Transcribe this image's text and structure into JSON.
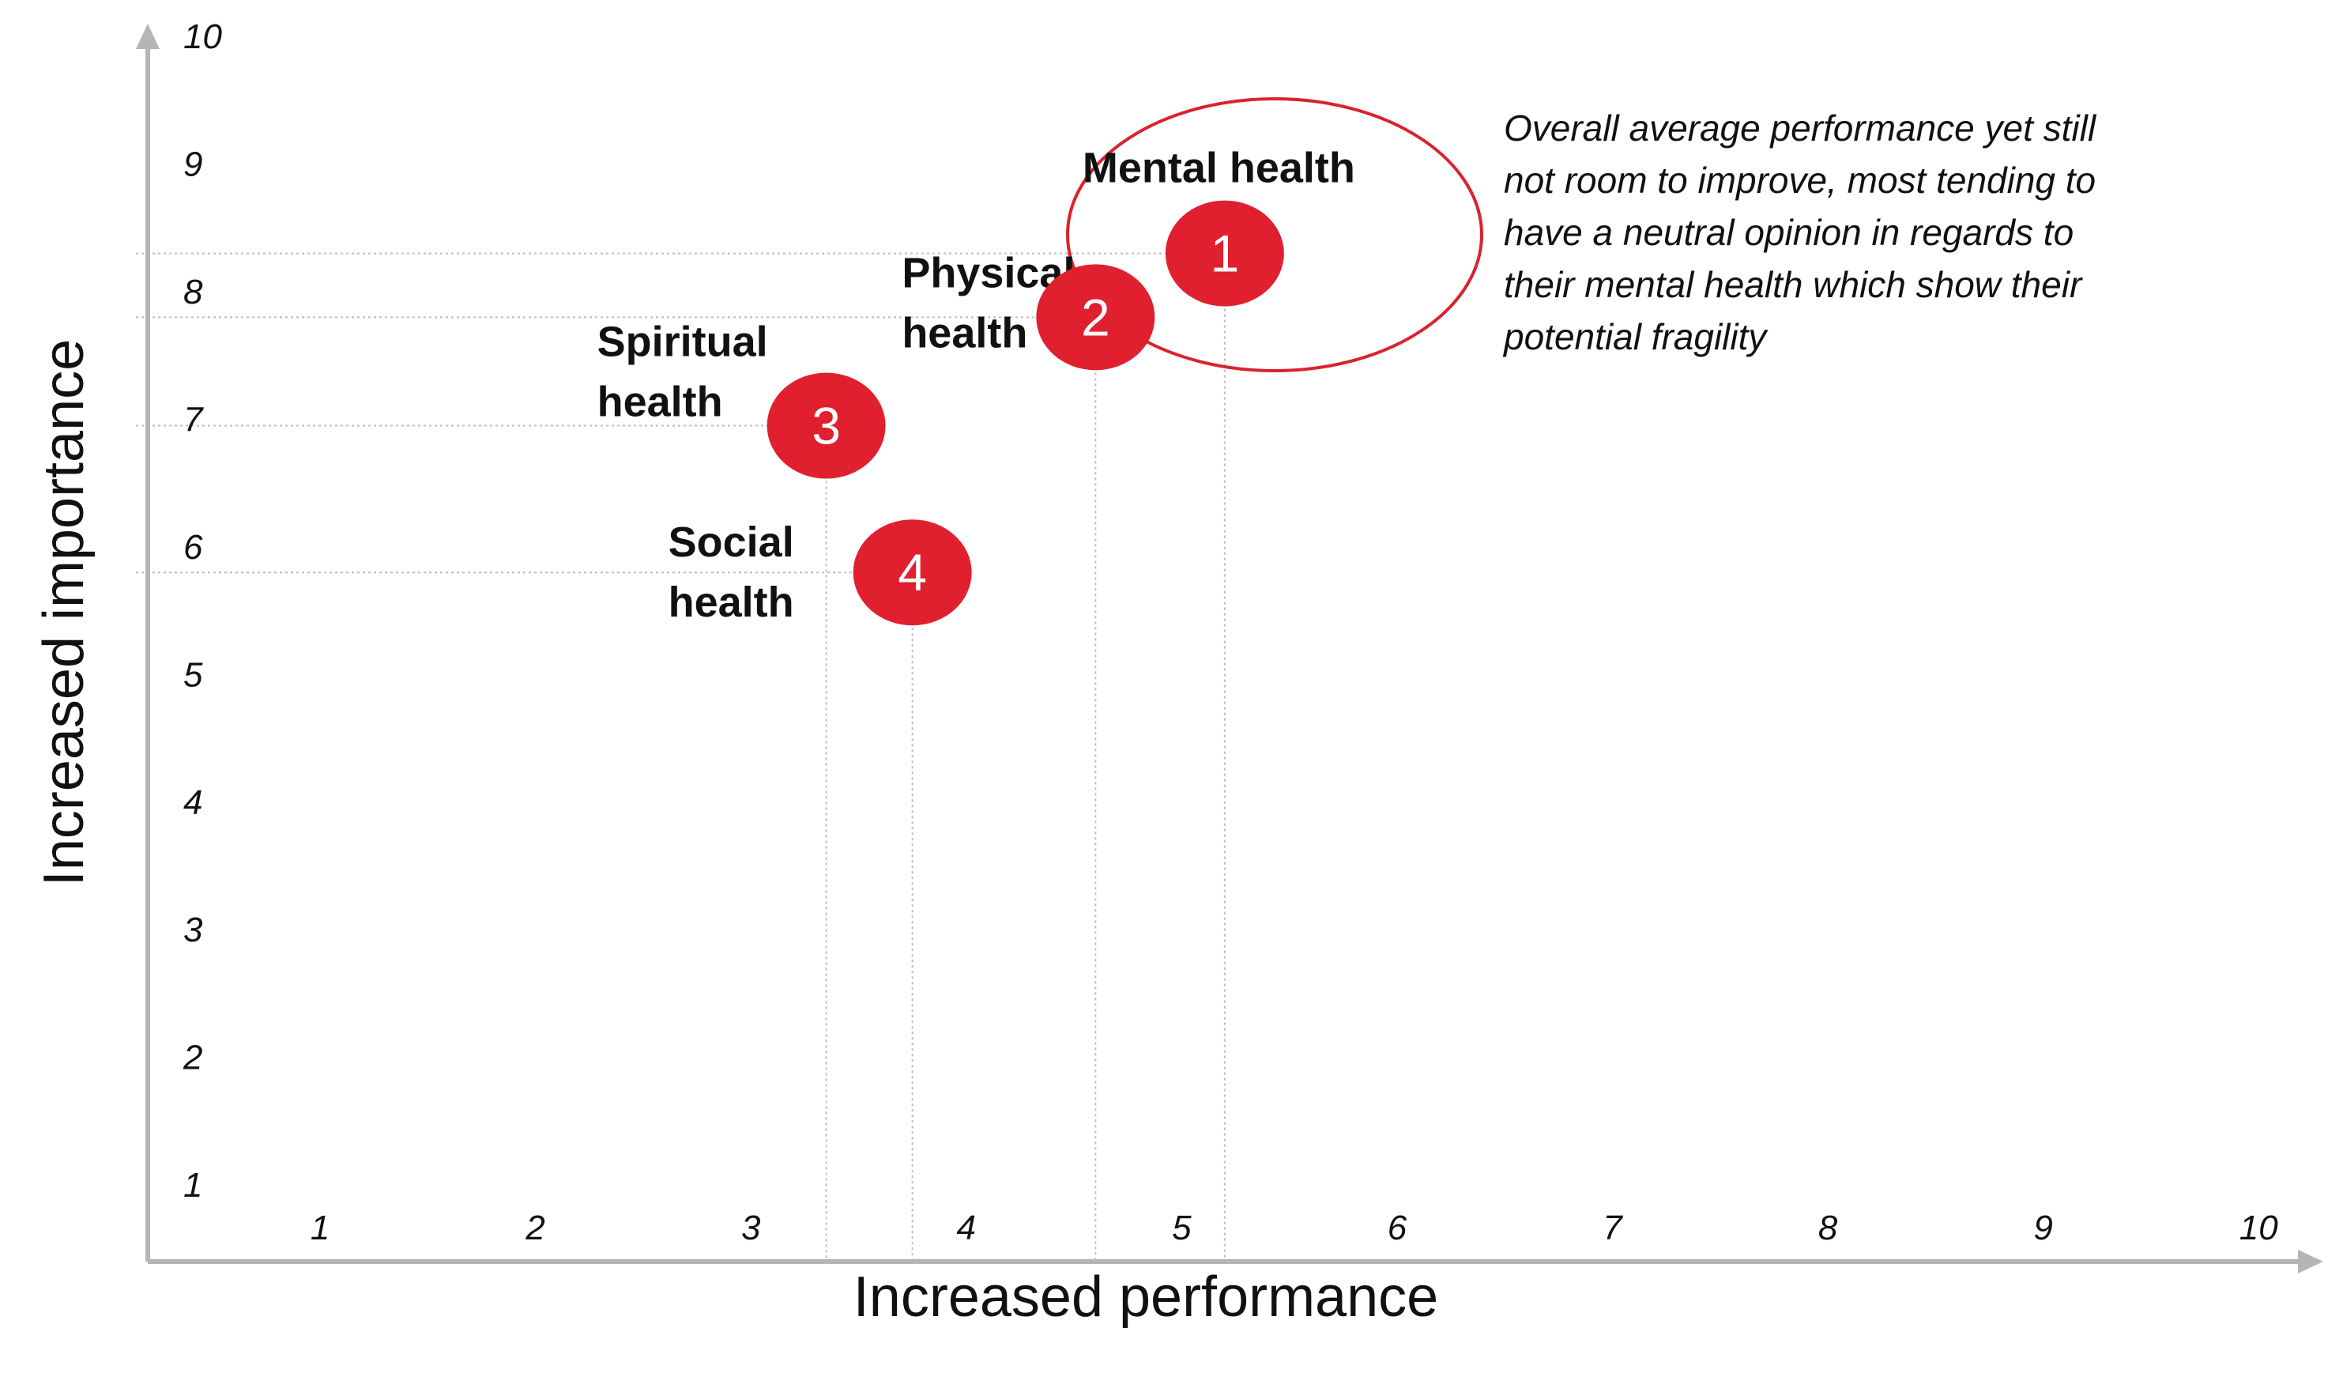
{
  "chart_data": {
    "type": "scatter",
    "xlabel": "Increased performance",
    "ylabel": "Increased importance",
    "xlim": [
      0.2,
      10.3
    ],
    "ylim": [
      0.4,
      10.1
    ],
    "x_ticks": [
      "1",
      "2",
      "3",
      "4",
      "5",
      "6",
      "7",
      "8",
      "9",
      "10"
    ],
    "y_ticks": [
      "1",
      "2",
      "3",
      "4",
      "5",
      "6",
      "7",
      "8",
      "9",
      "10"
    ],
    "points": [
      {
        "number": "1",
        "label": "Mental health",
        "x": 5.2,
        "y": 8.3
      },
      {
        "number": "2",
        "label": "Physical health",
        "x": 4.6,
        "y": 7.8
      },
      {
        "number": "3",
        "label": "Spiritual health",
        "x": 3.35,
        "y": 6.95
      },
      {
        "number": "4",
        "label": "Social health",
        "x": 3.75,
        "y": 5.8
      }
    ],
    "highlighted_point": "1",
    "annotation": [
      "Overall average performance yet still",
      "not room to improve, most tending to",
      "have a neutral opinion in regards to",
      "their mental health which show their",
      "potential fragility"
    ],
    "colors": {
      "marker": "#e0202e",
      "highlight_ring": "#d9232e",
      "axis": "#b5b5b5",
      "guide": "#bcbcbc"
    }
  }
}
